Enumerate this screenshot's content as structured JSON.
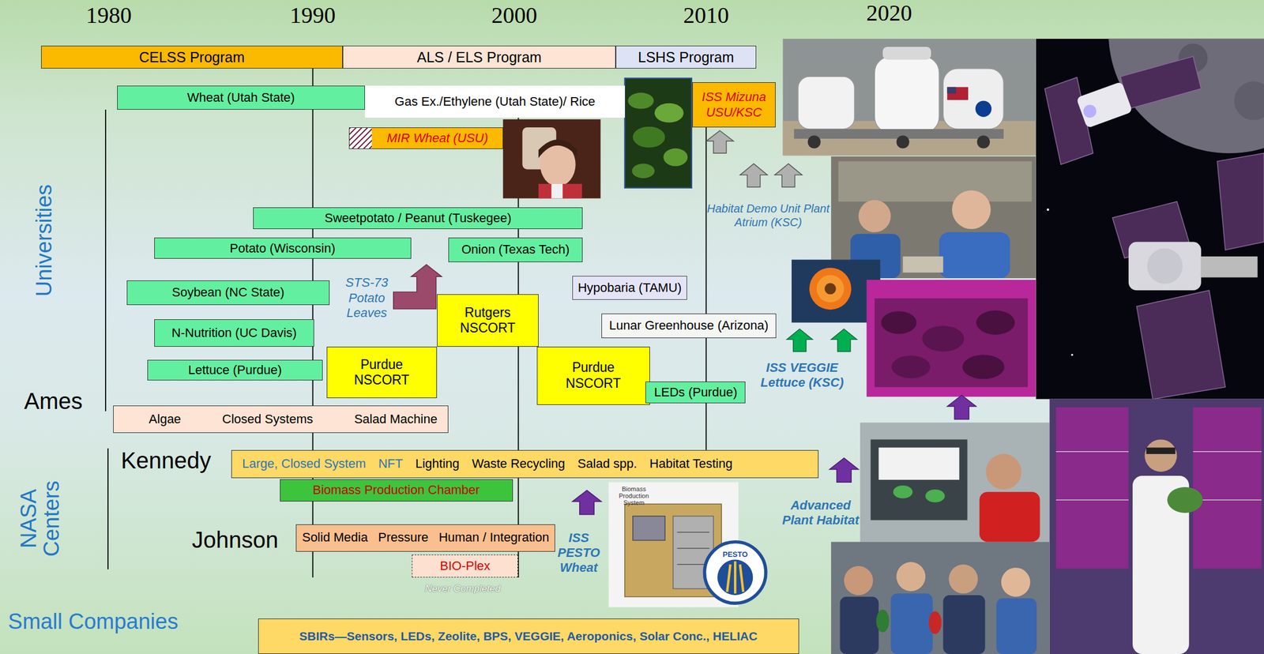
{
  "diagram": {
    "nodes": [
      {
        "text": [
          "CELSS Program"
        ]
      },
      {
        "text": [
          "ALS / ELS Program"
        ]
      },
      {
        "text": [
          "LSHS Program"
        ]
      },
      {
        "text": [
          "Wheat (Utah State)"
        ]
      },
      {
        "text": [
          "Gas Ex./Ethylene (Utah State)/ Rice"
        ]
      },
      {
        "text": [
          "ISS Mizuna USU/KSC"
        ]
      },
      {
        "text": [
          "MIR Wheat (USU)"
        ]
      },
      {
        "text": [
          "Sweetpotato / Peanut (Tuskegee)"
        ]
      },
      {
        "text": [
          "Potato (Wisconsin)"
        ]
      },
      {
        "text": [
          "Onion (Texas Tech)"
        ]
      },
      {
        "text": [
          "Soybean (NC State)"
        ]
      },
      {
        "text": [
          "Hypobaria (TAMU)"
        ]
      },
      {
        "text": [
          "Rutgers NSCORT"
        ]
      },
      {
        "text": [
          "Lunar Greenhouse (Arizona)"
        ]
      },
      {
        "text": [
          "N-Nutrition (UC Davis)"
        ]
      },
      {
        "text": [
          "Purdue NSCORT"
        ]
      },
      {
        "text": [
          "Lettuce (Purdue)"
        ]
      },
      {
        "text": [
          "Purdue NSCORT"
        ]
      },
      {
        "text": [
          "LEDs (Purdue)"
        ]
      },
      {
        "text": [
          "Algae",
          "Closed Systems",
          "Salad Machine"
        ]
      },
      {
        "text": [
          "Large, Closed System",
          "NFT",
          "Lighting",
          "Waste Recycling",
          "Salad spp.",
          "Habitat Testing"
        ]
      },
      {
        "text": [
          "Biomass Production Chamber"
        ]
      },
      {
        "text": [
          "Solid Media",
          "Pressure",
          "Human / Integration"
        ]
      },
      {
        "text": [
          "BIO-Plex"
        ]
      },
      {
        "text": [
          "SBIRs—Sensors, LEDs, Zeolite, BPS, VEGGIE, Aeroponics, Solar Conc., HELIAC"
        ]
      }
    ],
    "labels": [
      "1980",
      "1990",
      "2000",
      "2010",
      "2020",
      "Universities",
      "Ames",
      "Kennedy",
      "NASA Centers",
      "Johnson",
      "Small Companies",
      "STS-73 Potato Leaves",
      "Habitat Demo Unit Plant Atrium (KSC)",
      "ISS VEGGIE Lettuce (KSC)",
      "Advanced Plant Habitat",
      "ISS PESTO Wheat",
      "Never Completed",
      "Biomass Production System",
      "PESTO"
    ]
  }
}
